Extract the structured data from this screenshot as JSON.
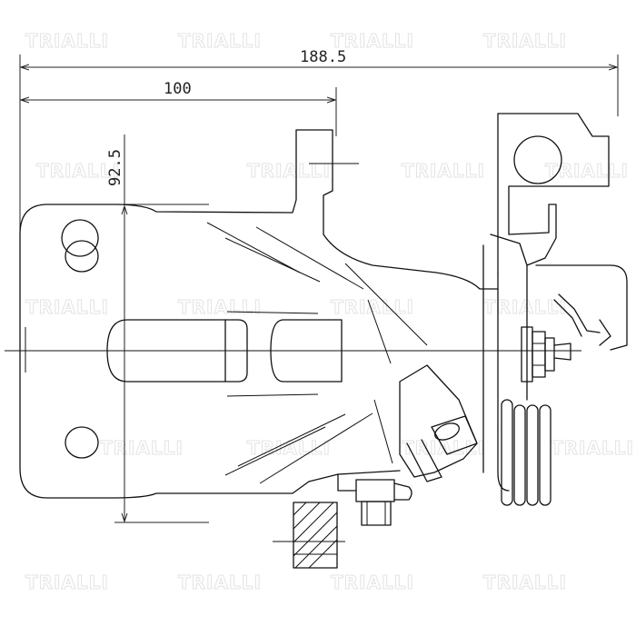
{
  "drawing": {
    "dimensions": {
      "overall_width": "188.5",
      "partial_width": "100",
      "height": "92.5"
    },
    "watermark": "TRIALLI",
    "colors": {
      "line": "#111111",
      "background": "#ffffff",
      "watermark": "#e3e3e3"
    }
  }
}
